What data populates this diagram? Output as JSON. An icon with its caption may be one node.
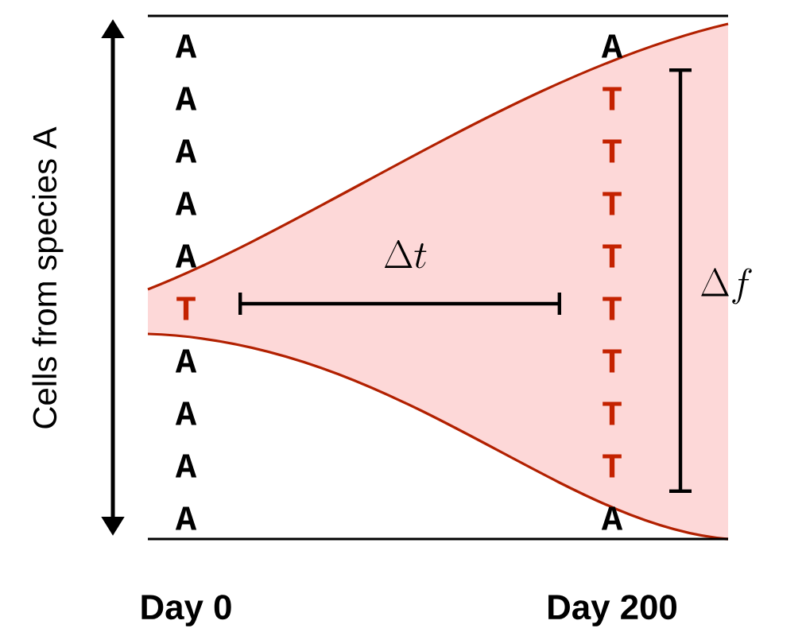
{
  "diagram": {
    "labels": [
      "Cells from species A",
      "A",
      "A",
      "A",
      "A",
      "A",
      "T",
      "A",
      "A",
      "A",
      "A",
      "A",
      "T",
      "T",
      "T",
      "T",
      "T",
      "T",
      "T",
      "T",
      "A",
      "\\Delta t",
      "\\Delta f",
      "Day 0",
      "Day 200"
    ]
  }
}
